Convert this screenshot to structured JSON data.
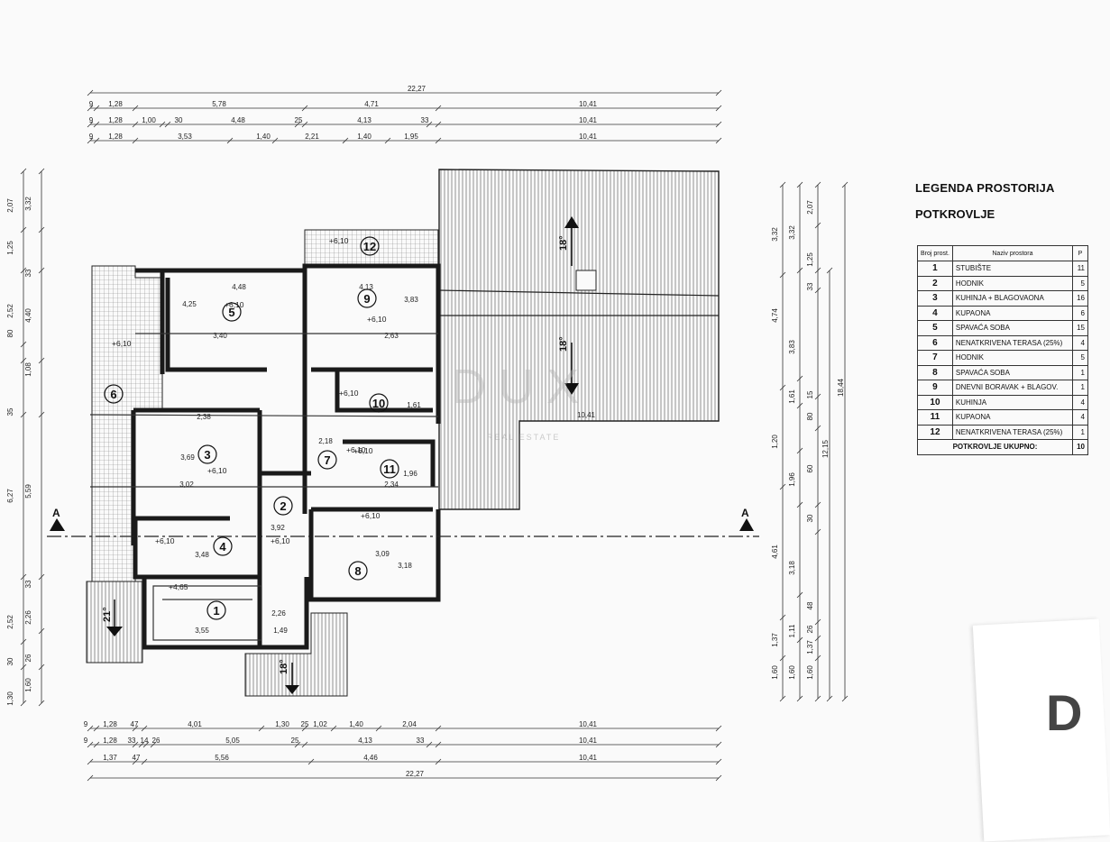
{
  "legend": {
    "title": "LEGENDA PROSTORIJA",
    "subtitle": "POTKROVLJE",
    "header": {
      "no": "Broj prost.",
      "name": "Naziv prostora",
      "area": "P"
    },
    "rooms": [
      {
        "no": "1",
        "name": "STUBIŠTE",
        "area": "11"
      },
      {
        "no": "2",
        "name": "HODNIK",
        "area": "5"
      },
      {
        "no": "3",
        "name": "KUHINJA + BLAGOVAONA",
        "area": "16"
      },
      {
        "no": "4",
        "name": "KUPAONA",
        "area": "6"
      },
      {
        "no": "5",
        "name": "SPAVAĆA SOBA",
        "area": "15"
      },
      {
        "no": "6",
        "name": "NENATKRIVENA TERASA (25%)",
        "area": "4"
      },
      {
        "no": "7",
        "name": "HODNIK",
        "area": "5"
      },
      {
        "no": "8",
        "name": "SPAVAĆA SOBA",
        "area": "1"
      },
      {
        "no": "9",
        "name": "DNEVNI BORAVAK + BLAGOV.",
        "area": "1"
      },
      {
        "no": "10",
        "name": "KUHINJA",
        "area": "4"
      },
      {
        "no": "11",
        "name": "KUPAONA",
        "area": "4"
      },
      {
        "no": "12",
        "name": "NENATKRIVENA TERASA (25%)",
        "area": "1"
      }
    ],
    "total_label": "POTKROVLJE UKUPNO:",
    "total_value": "10"
  },
  "watermark": {
    "logo": "DUX",
    "sub": "REAL ESTATE",
    "corner": "D"
  },
  "section_label": "A",
  "top_dims": {
    "total": "22,27",
    "row1": [
      "9",
      "1,28",
      "5,78",
      "4,71",
      "10,41"
    ],
    "row2": [
      "9",
      "1,28",
      "1,00",
      "30",
      "4,48",
      "25",
      "4,13",
      "33",
      "10,41"
    ],
    "row3": [
      "9",
      "1,28",
      "3,53",
      "1,40",
      "2,21",
      "1,40",
      "1,95",
      "10,41"
    ]
  },
  "bottom_dims": {
    "row1": [
      "9",
      "1,28",
      "47",
      "4,01",
      "1,30",
      "25",
      "1,02",
      "1,40",
      "2,04",
      "10,41"
    ],
    "row2": [
      "9",
      "1,28",
      "33",
      "14",
      "26",
      "5,05",
      "25",
      "4,13",
      "33",
      "10,41"
    ],
    "row3": [
      "1,37",
      "47",
      "5,56",
      "4,46",
      "10,41"
    ],
    "total": "22,27"
  },
  "left_dims": {
    "col1": [
      "2,07",
      "1,25",
      "2,52",
      "80",
      "35",
      "6,27",
      "2,52",
      "30",
      "1,30"
    ],
    "col2": [
      "3,32",
      "33",
      "4,40",
      "1,08",
      "5,59",
      "33",
      "2,26",
      "26",
      "1,60"
    ]
  },
  "right_dims": {
    "col1": [
      "3,32",
      "4,74",
      "1,20",
      "4,61",
      "1,37",
      "1,60"
    ],
    "col2": [
      "3,32",
      "3,83",
      "1,61",
      "1,96",
      "3,18",
      "1,11",
      "1,60"
    ],
    "col3": [
      "2,07",
      "1,25",
      "33",
      "15",
      "80",
      "60",
      "30",
      "48",
      "26",
      "1,37",
      "1,60"
    ],
    "total1": "12,15",
    "total2": "18,44"
  },
  "rooms_plan": [
    {
      "no": "1",
      "elev": "+4,65"
    },
    {
      "no": "2",
      "elev": "+6,10"
    },
    {
      "no": "3",
      "elev": "+6,10"
    },
    {
      "no": "4",
      "elev": "+6,10"
    },
    {
      "no": "5",
      "elev": "+6,10"
    },
    {
      "no": "6",
      "elev": "+6,10"
    },
    {
      "no": "7",
      "elev": "+6,10"
    },
    {
      "no": "8",
      "elev": "+6,10"
    },
    {
      "no": "9",
      "elev": "+6,10"
    },
    {
      "no": "10",
      "elev": "+6,10"
    },
    {
      "no": "11",
      "elev": "+6,10"
    },
    {
      "no": "12",
      "elev": "+6,10"
    }
  ],
  "inner_dims": [
    "4,48",
    "4,13",
    "3,40",
    "2,63",
    "2,38",
    "3,02",
    "2,34",
    "3,48",
    "3,09",
    "3,55",
    "1,49",
    "4,25",
    "3,69",
    "3,92",
    "2,18",
    "3,18",
    "3,83",
    "1,96",
    "1,61",
    "2,26",
    "10,41"
  ],
  "slopes": [
    "18°",
    "18°",
    "21°",
    "18°"
  ],
  "colors": {
    "line": "#1a1a1a",
    "hatch": "#6b6b6b",
    "paper": "#fafafa"
  }
}
